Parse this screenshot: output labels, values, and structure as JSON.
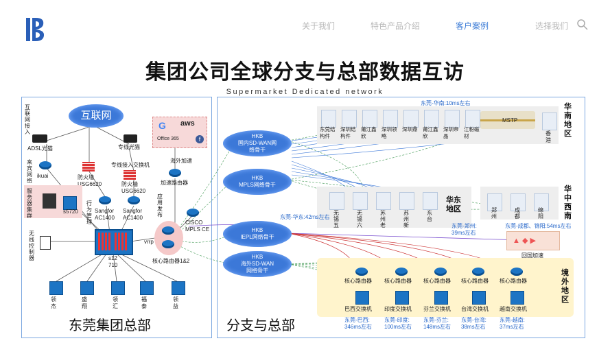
{
  "nav": {
    "about": "关于我们",
    "products": "特色产品介绍",
    "cases": "客户案例",
    "choose": "选择我们"
  },
  "title": "集团公司全球分支与总部数据互访",
  "subtitle": "Supermarket Dedicated network",
  "hq": {
    "footer": "东莞集团总部",
    "internet_cloud": "互联网",
    "internet_access": "互联网接入",
    "adsl": "ADSL光猫",
    "dedicated_modem": "专线光猫",
    "dedicated_switch": "专线接入交换机",
    "overseas_accel": "海外加速",
    "accel_router": "加速路由器",
    "guest_net": "来宾网络",
    "ikuai": "ikuai",
    "fw1": "防火墙\nUSG6620",
    "fw2": "防火墙\nUSG6620",
    "server_cluster": "服务器集群",
    "s5720": "s5720",
    "behavior_mgmt": "行为管理",
    "sangfor1": "Sangfor\nAC1400",
    "sangfor2": "Sangfor\nAC1400",
    "app_publish": "应用发布",
    "wireless_ctrl": "无线控制器",
    "vrrp": "vrrp",
    "s12710": "s12\n710",
    "core_router": "核心路由器1&2",
    "cisco": "CISCO\nMPLS CE",
    "office": "Office 365",
    "aws": "aws",
    "bottom_switches": [
      "领杰",
      "盛翔",
      "领汇",
      "福泰",
      "领益"
    ]
  },
  "branch": {
    "footer": "分支与总部",
    "clouds": [
      "HKB\n国内SD-WAN网\n络骨干",
      "HKB\nMPLS网络骨干",
      "HKB\nIEPL网络骨干",
      "HKB\n海外SD-WAN\n网络骨干"
    ],
    "south_latency": "东莞-华南:10ms左右",
    "east_latency": "东莞-华东:42ms左右",
    "zhengzhou_latency": "东莞-郑州:\n39ms左右",
    "chengdu_latency": "东莞-成都、锦阳:54ms左右",
    "mstp": "MSTP",
    "south_sites": [
      "东莞结构件",
      "深圳结构件",
      "莆江鑫欣",
      "深圳领略",
      "深圳鼎",
      "莆江鑫欣",
      "深圳帝晶",
      "江粉磁材"
    ],
    "hk": "香港",
    "east_sites": [
      "无锡五",
      "无锡六",
      "苏州老",
      "苏州新",
      "东台"
    ],
    "east_label": "华东地区",
    "southwest_sites": [
      "郑州",
      "成都",
      "绵阳"
    ],
    "south_region": "华南地区",
    "southwest_region": "华中西南",
    "overseas_region": "境外地区",
    "return_accel": "回国加速",
    "core_router": "核心路由器",
    "switches": [
      "巴西交换机",
      "印度交换机",
      "芬兰交换机",
      "台湾交换机",
      "越南交换机"
    ],
    "overseas_latency": [
      "东莞-巴西:\n346ms左右",
      "东莞-印度:\n100ms左右",
      "东莞-芬兰:\n148ms左右",
      "东莞-台湾:\n38ms左右",
      "东莞-越南:\n37ms左右"
    ]
  },
  "colors": {
    "accent": "#3b7bd6",
    "cloud": "#3c78d8",
    "panel_border": "#7aa6e0",
    "overseas_bg": "#fff4cc"
  }
}
